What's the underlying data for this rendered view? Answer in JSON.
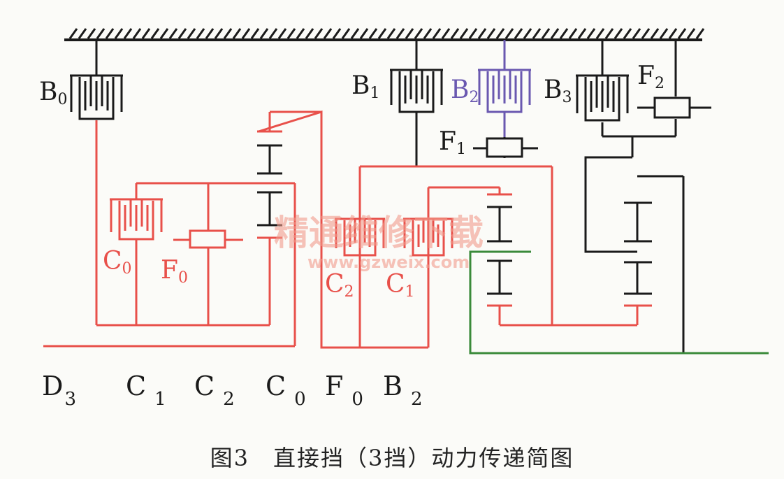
{
  "figure": {
    "caption": "图3　直接挡（3挡）动力传递简图",
    "watermark_cn": "精通维修下载",
    "watermark_url": "www.gzweix.com"
  },
  "labels": {
    "B0": {
      "main": "B",
      "sub": "0"
    },
    "B1": {
      "main": "B",
      "sub": "1"
    },
    "B2": {
      "main": "B",
      "sub": "2"
    },
    "B3": {
      "main": "B",
      "sub": "3"
    },
    "F1": {
      "main": "F",
      "sub": "1"
    },
    "F2": {
      "main": "F",
      "sub": "2"
    },
    "C0": {
      "main": "C",
      "sub": "0"
    },
    "F0": {
      "main": "F",
      "sub": "0"
    },
    "C1": {
      "main": "C",
      "sub": "1"
    },
    "C2": {
      "main": "C",
      "sub": "2"
    }
  },
  "sequence": [
    {
      "main": "D",
      "sub": "3"
    },
    {
      "main": "C",
      "sub": "1"
    },
    {
      "main": "C",
      "sub": "2"
    },
    {
      "main": "C",
      "sub": "0"
    },
    {
      "main": "F",
      "sub": "0"
    },
    {
      "main": "B",
      "sub": "2"
    }
  ],
  "colors": {
    "active": "#e8504a",
    "inactive": "#1a1a1a",
    "b2": "#6a58b0",
    "output": "#3a8a3a"
  }
}
